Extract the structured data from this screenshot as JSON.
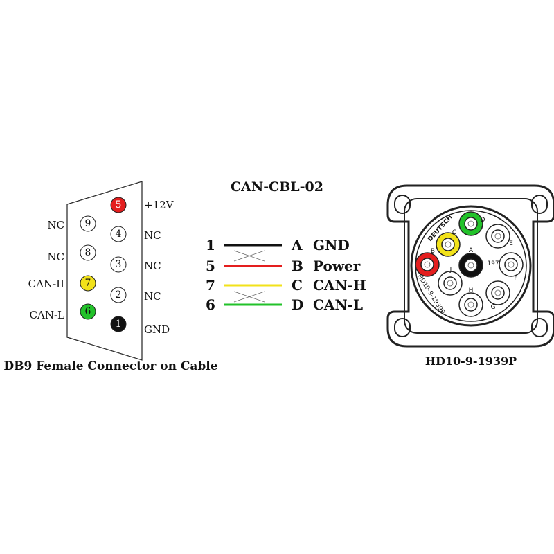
{
  "title": "CAN-CBL-02",
  "db9": {
    "caption": "DB9 Female Connector on Cable",
    "pins": [
      {
        "num": "5",
        "color": "#e41e1e",
        "label": "+12V"
      },
      {
        "num": "4",
        "color": "#ffffff",
        "label": "NC"
      },
      {
        "num": "3",
        "color": "#ffffff",
        "label": "NC"
      },
      {
        "num": "2",
        "color": "#ffffff",
        "label": "NC"
      },
      {
        "num": "1",
        "color": "#111111",
        "label": "GND"
      },
      {
        "num": "9",
        "color": "#ffffff",
        "label": "NC"
      },
      {
        "num": "8",
        "color": "#ffffff",
        "label": "NC"
      },
      {
        "num": "7",
        "color": "#f2e21a",
        "label": "CAN-II"
      },
      {
        "num": "6",
        "color": "#22c22a",
        "label": "CAN-L"
      }
    ]
  },
  "wiring": [
    {
      "db9": "1",
      "letter": "A",
      "signal": "GND",
      "color": "#111111"
    },
    {
      "db9": "5",
      "letter": "B",
      "signal": "Power",
      "color": "#e41e1e"
    },
    {
      "db9": "7",
      "letter": "C",
      "signal": "CAN-H",
      "color": "#f2e21a"
    },
    {
      "db9": "6",
      "letter": "D",
      "signal": "CAN-L",
      "color": "#22c22a"
    }
  ],
  "deutsch": {
    "caption": "HD10-9-1939P",
    "brand": "DEUTSCH",
    "part": "HD10-9-1939P",
    "mark": "197",
    "pins": [
      {
        "letter": "A",
        "color": "#111111"
      },
      {
        "letter": "B",
        "color": "#e41e1e"
      },
      {
        "letter": "C",
        "color": "#f2e21a"
      },
      {
        "letter": "D",
        "color": "#22c22a"
      },
      {
        "letter": "E",
        "color": "#ffffff"
      },
      {
        "letter": "F",
        "color": "#ffffff"
      },
      {
        "letter": "G",
        "color": "#ffffff"
      },
      {
        "letter": "H",
        "color": "#ffffff"
      },
      {
        "letter": "J",
        "color": "#ffffff"
      }
    ]
  }
}
